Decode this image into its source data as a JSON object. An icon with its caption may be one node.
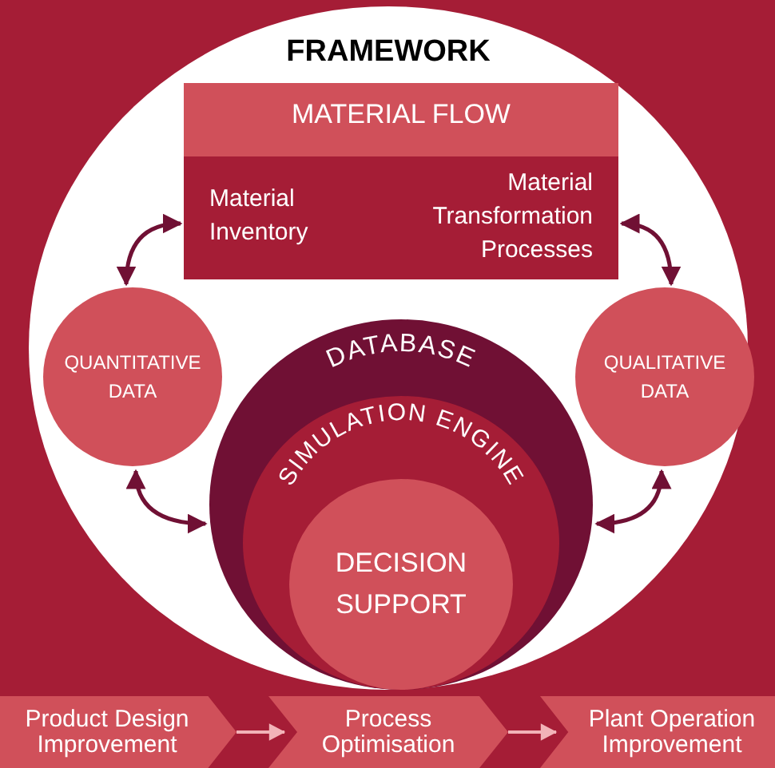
{
  "diagram": {
    "nodes": [
      {
        "text": [
          "FRAMEWORK"
        ]
      },
      {
        "text": [
          "MATERIAL FLOW"
        ],
        "in": 0
      },
      {
        "text": [
          "Material Inventory"
        ],
        "in": 1
      },
      {
        "text": [
          "Material Transformation Processes"
        ],
        "in": 1
      },
      {
        "text": [
          "QUANTITATIVE DATA"
        ],
        "in": 0
      },
      {
        "text": [
          "QUALITATIVE DATA"
        ],
        "in": 0
      },
      {
        "text": [
          "DATABASE"
        ],
        "in": 0
      },
      {
        "text": [
          "SIMULATION ENGINE"
        ],
        "in": 6
      },
      {
        "text": [
          "DECISION SUPPORT"
        ],
        "in": 7
      },
      {
        "text": [
          "Product Design Improvement"
        ]
      },
      {
        "text": [
          "Process Optimisation"
        ]
      },
      {
        "text": [
          "Plant Operation Improvement"
        ]
      }
    ],
    "edges": [
      {
        "from": 1,
        "to": 4,
        "arrow": "both"
      },
      {
        "from": 1,
        "to": 5,
        "arrow": "both"
      },
      {
        "from": 4,
        "to": 6,
        "arrow": "both"
      },
      {
        "from": 5,
        "to": 6,
        "arrow": "both"
      },
      {
        "from": 9,
        "to": 10,
        "arrow": "to",
        "color": "#f2b3b8"
      },
      {
        "from": 10,
        "to": 11,
        "arrow": "to",
        "color": "#f2b3b8"
      }
    ]
  }
}
